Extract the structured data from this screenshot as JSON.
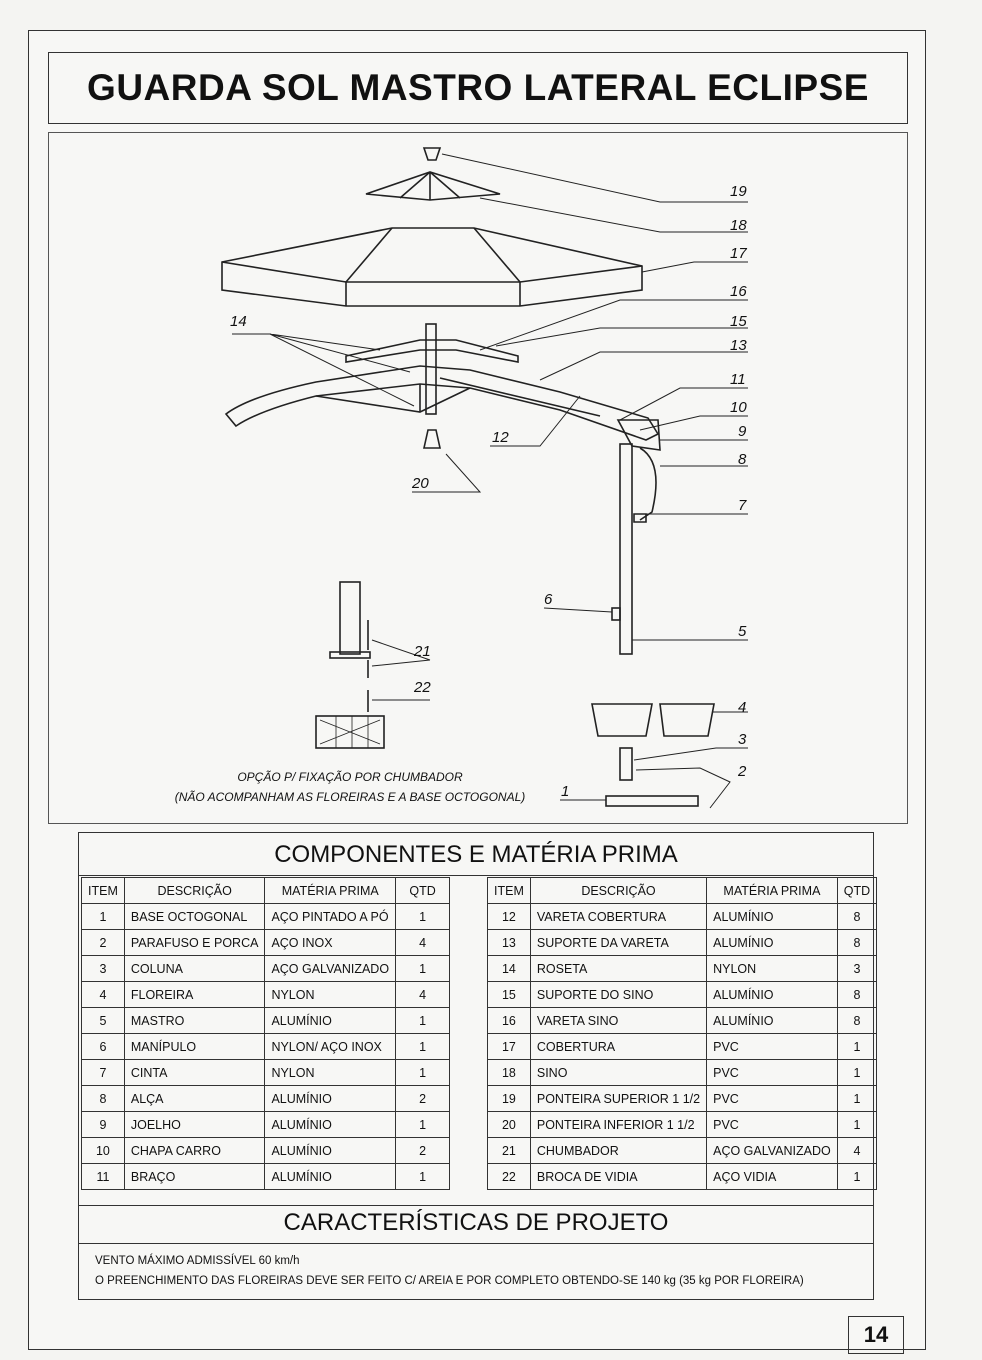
{
  "title": "GUARDA SOL MASTRO LATERAL  ECLIPSE",
  "callouts": [
    "1",
    "2",
    "3",
    "4",
    "5",
    "6",
    "7",
    "8",
    "9",
    "10",
    "11",
    "12",
    "13",
    "14",
    "15",
    "16",
    "17",
    "18",
    "19",
    "20",
    "21",
    "22"
  ],
  "option_note": {
    "line1": "OPÇÃO P/ FIXAÇÃO POR CHUMBADOR",
    "line2": "(NÃO ACOMPANHAM AS FLOREIRAS E A BASE OCTOGONAL)"
  },
  "components_title": "COMPONENTES E MATÉRIA PRIMA",
  "table_headers": [
    "ITEM",
    "DESCRIÇÃO",
    "MATÉRIA PRIMA",
    "QTD"
  ],
  "left_rows": [
    [
      "1",
      "BASE OCTOGONAL",
      "AÇO PINTADO A PÓ",
      "1"
    ],
    [
      "2",
      "PARAFUSO E PORCA",
      "AÇO INOX",
      "4"
    ],
    [
      "3",
      "COLUNA",
      "AÇO GALVANIZADO",
      "1"
    ],
    [
      "4",
      "FLOREIRA",
      "NYLON",
      "4"
    ],
    [
      "5",
      "MASTRO",
      "ALUMÍNIO",
      "1"
    ],
    [
      "6",
      "MANÍPULO",
      "NYLON/ AÇO INOX",
      "1"
    ],
    [
      "7",
      "CINTA",
      "NYLON",
      "1"
    ],
    [
      "8",
      "ALÇA",
      "ALUMÍNIO",
      "2"
    ],
    [
      "9",
      "JOELHO",
      "ALUMÍNIO",
      "1"
    ],
    [
      "10",
      "CHAPA CARRO",
      "ALUMÍNIO",
      "2"
    ],
    [
      "11",
      "BRAÇO",
      "ALUMÍNIO",
      "1"
    ]
  ],
  "right_rows": [
    [
      "12",
      "VARETA COBERTURA",
      "ALUMÍNIO",
      "8"
    ],
    [
      "13",
      "SUPORTE DA VARETA",
      "ALUMÍNIO",
      "8"
    ],
    [
      "14",
      "ROSETA",
      "NYLON",
      "3"
    ],
    [
      "15",
      "SUPORTE DO SINO",
      "ALUMÍNIO",
      "8"
    ],
    [
      "16",
      "VARETA SINO",
      "ALUMÍNIO",
      "8"
    ],
    [
      "17",
      "COBERTURA",
      "PVC",
      "1"
    ],
    [
      "18",
      "SINO",
      "PVC",
      "1"
    ],
    [
      "19",
      "PONTEIRA SUPERIOR 1 1/2",
      "PVC",
      "1"
    ],
    [
      "20",
      "PONTEIRA INFERIOR 1 1/2",
      "PVC",
      "1"
    ],
    [
      "21",
      "CHUMBADOR",
      "AÇO GALVANIZADO",
      "4"
    ],
    [
      "22",
      "BROCA DE VIDIA",
      "AÇO VIDIA",
      "1"
    ]
  ],
  "characteristics_title": "CARACTERÍSTICAS DE PROJETO",
  "characteristics": [
    "VENTO MÁXIMO ADMISSÍVEL 60 km/h",
    "O PREENCHIMENTO DAS FLOREIRAS DEVE SER FEITO C/ AREIA  E POR COMPLETO OBTENDO-SE 140 kg  (35 kg POR FLOREIRA)"
  ],
  "page_number": "14"
}
